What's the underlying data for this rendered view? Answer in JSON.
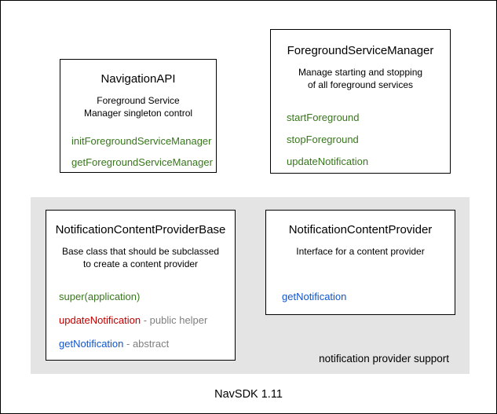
{
  "colors": {
    "method_green": "#38761d",
    "method_red": "#c00000",
    "method_blue": "#1155cc",
    "annotation_gray": "#7f7f7f",
    "group_bg": "#e4e4e4",
    "line_black": "#000000",
    "page_bg": "#ffffff"
  },
  "boxes": {
    "navigation_api": {
      "title": "NavigationAPI",
      "desc_line1": "Foreground Service",
      "desc_line2": "Manager singleton control",
      "methods": [
        "initForegroundServiceManager",
        "getForegroundServiceManager"
      ]
    },
    "foreground_service_manager": {
      "title": "ForegroundServiceManager",
      "desc_line1": "Manage starting and stopping",
      "desc_line2": "of all foreground services",
      "methods": [
        "startForeground",
        "stopForeground",
        "updateNotification"
      ]
    },
    "notification_content_provider_base": {
      "title": "NotificationContentProviderBase",
      "desc_line1": "Base class that should be subclassed",
      "desc_line2": "to create a content provider",
      "methods": [
        {
          "name": "super(application)",
          "annotation": ""
        },
        {
          "name": "updateNotification",
          "annotation": " - public helper"
        },
        {
          "name": "getNotification",
          "annotation": " - abstract"
        }
      ]
    },
    "notification_content_provider": {
      "title": "NotificationContentProvider",
      "desc_line1": "Interface for a content provider",
      "methods": [
        "getNotification"
      ]
    }
  },
  "group_label": "notification provider support",
  "caption": "NavSDK 1.11"
}
